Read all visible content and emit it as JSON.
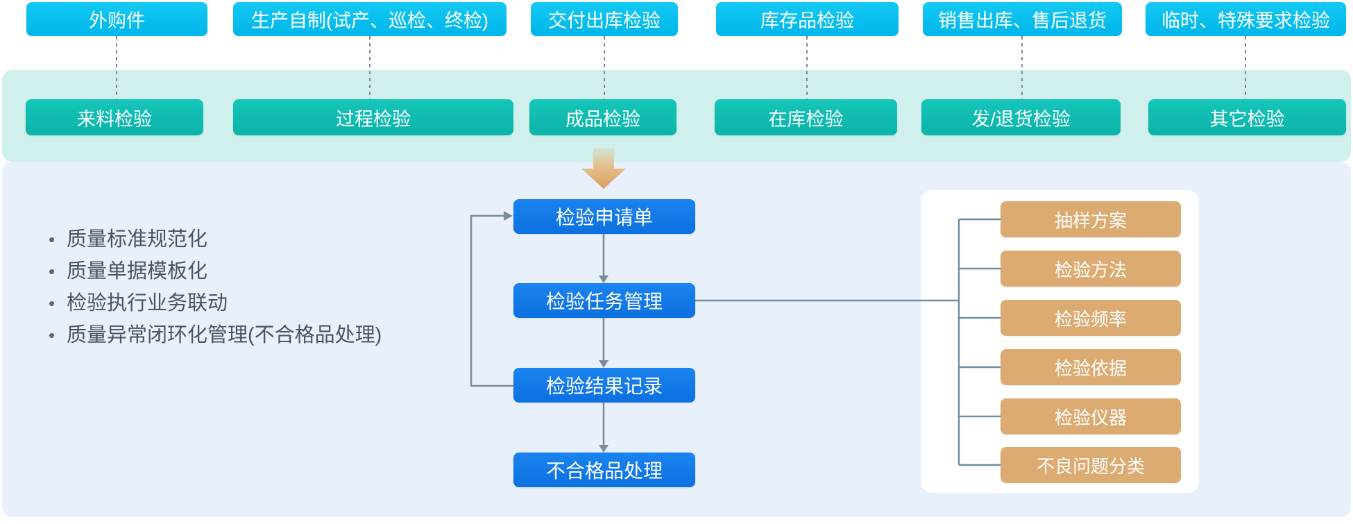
{
  "source_row": {
    "items": [
      {
        "label": "外购件"
      },
      {
        "label": "生产自制(试产、巡检、终检)"
      },
      {
        "label": "交付出库检验"
      },
      {
        "label": "库存品检验"
      },
      {
        "label": "销售出库、售后退货"
      },
      {
        "label": "临时、特殊要求检验"
      }
    ]
  },
  "inspection_row": {
    "items": [
      {
        "label": "来料检验"
      },
      {
        "label": "过程检验"
      },
      {
        "label": "成品检验"
      },
      {
        "label": "在库检验"
      },
      {
        "label": "发/退货检验"
      },
      {
        "label": "其它检验"
      }
    ]
  },
  "features": {
    "items": [
      "质量标准规范化",
      "质量单据模板化",
      "检验执行业务联动",
      "质量异常闭环化管理(不合格品处理)"
    ]
  },
  "flow": {
    "items": [
      {
        "label": "检验申请单"
      },
      {
        "label": "检验任务管理"
      },
      {
        "label": "检验结果记录"
      },
      {
        "label": "不合格品处理"
      }
    ]
  },
  "dictionary": {
    "items": [
      {
        "label": "抽样方案"
      },
      {
        "label": "检验方法"
      },
      {
        "label": "检验频率"
      },
      {
        "label": "检验依据"
      },
      {
        "label": "检验仪器"
      },
      {
        "label": "不良问题分类"
      }
    ]
  },
  "palette": {
    "source_box": "#04c0ee",
    "inspection_box": "#10bdb2",
    "band": "#cff0ec",
    "panel": "#e7f0fb",
    "flow_box": "#1179e8",
    "dictionary_box": "#dcab72",
    "connector": "#7b8b99",
    "tree_connector": "#6f8ea1",
    "arrow_tan": "#db9f60",
    "text_dark": "#4a5462",
    "text_on_box": "#ffffff"
  }
}
